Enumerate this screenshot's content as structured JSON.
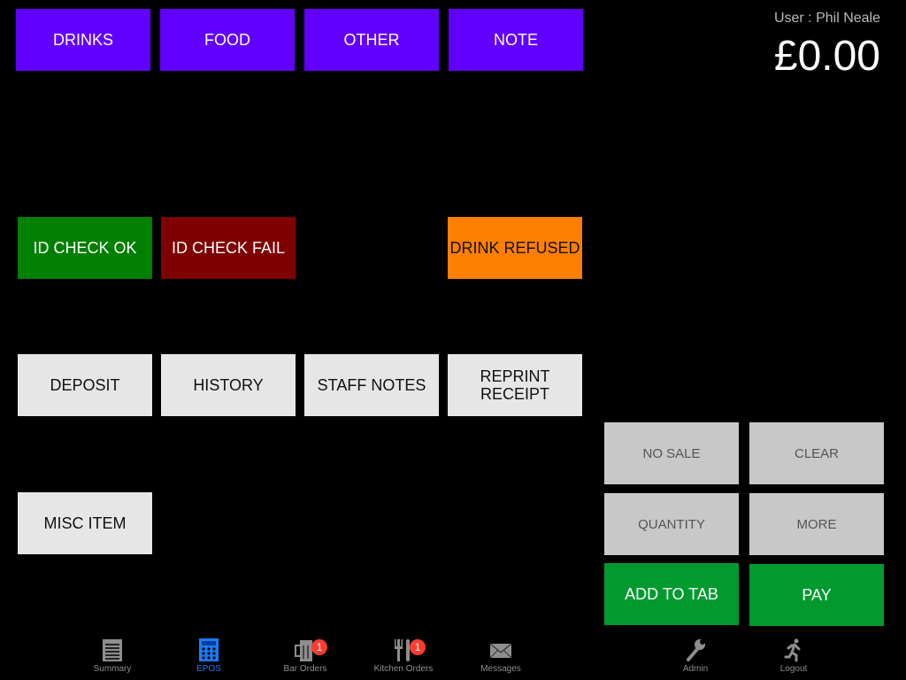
{
  "categories": [
    "DRINKS",
    "FOOD",
    "OTHER",
    "NOTE"
  ],
  "header": {
    "user": "User : Phil Neale",
    "total": "£0.00"
  },
  "actions": {
    "id_ok": "ID CHECK OK",
    "id_fail": "ID CHECK FAIL",
    "drink_refused": "DRINK REFUSED",
    "deposit": "DEPOSIT",
    "history": "HISTORY",
    "staff_notes": "STAFF NOTES",
    "reprint": "REPRINT RECEIPT",
    "misc": "MISC ITEM"
  },
  "keypad": {
    "no_sale": "NO SALE",
    "clear": "CLEAR",
    "quantity": "QUANTITY",
    "more": "MORE",
    "add_to_tab": "ADD TO TAB",
    "pay": "PAY"
  },
  "colors": {
    "category": "#6100ff",
    "ok": "#007f00",
    "fail": "#7f0000",
    "refused": "#ff8000",
    "pay": "#009a2e",
    "active_tab": "#1a7cff"
  },
  "tabs": [
    {
      "label": "Summary"
    },
    {
      "label": "EPOS"
    },
    {
      "label": "Bar Orders",
      "badge": "1"
    },
    {
      "label": "Kitchen Orders",
      "badge": "1"
    },
    {
      "label": "Messages"
    },
    {
      "label": "Admin"
    },
    {
      "label": "Logout"
    }
  ]
}
